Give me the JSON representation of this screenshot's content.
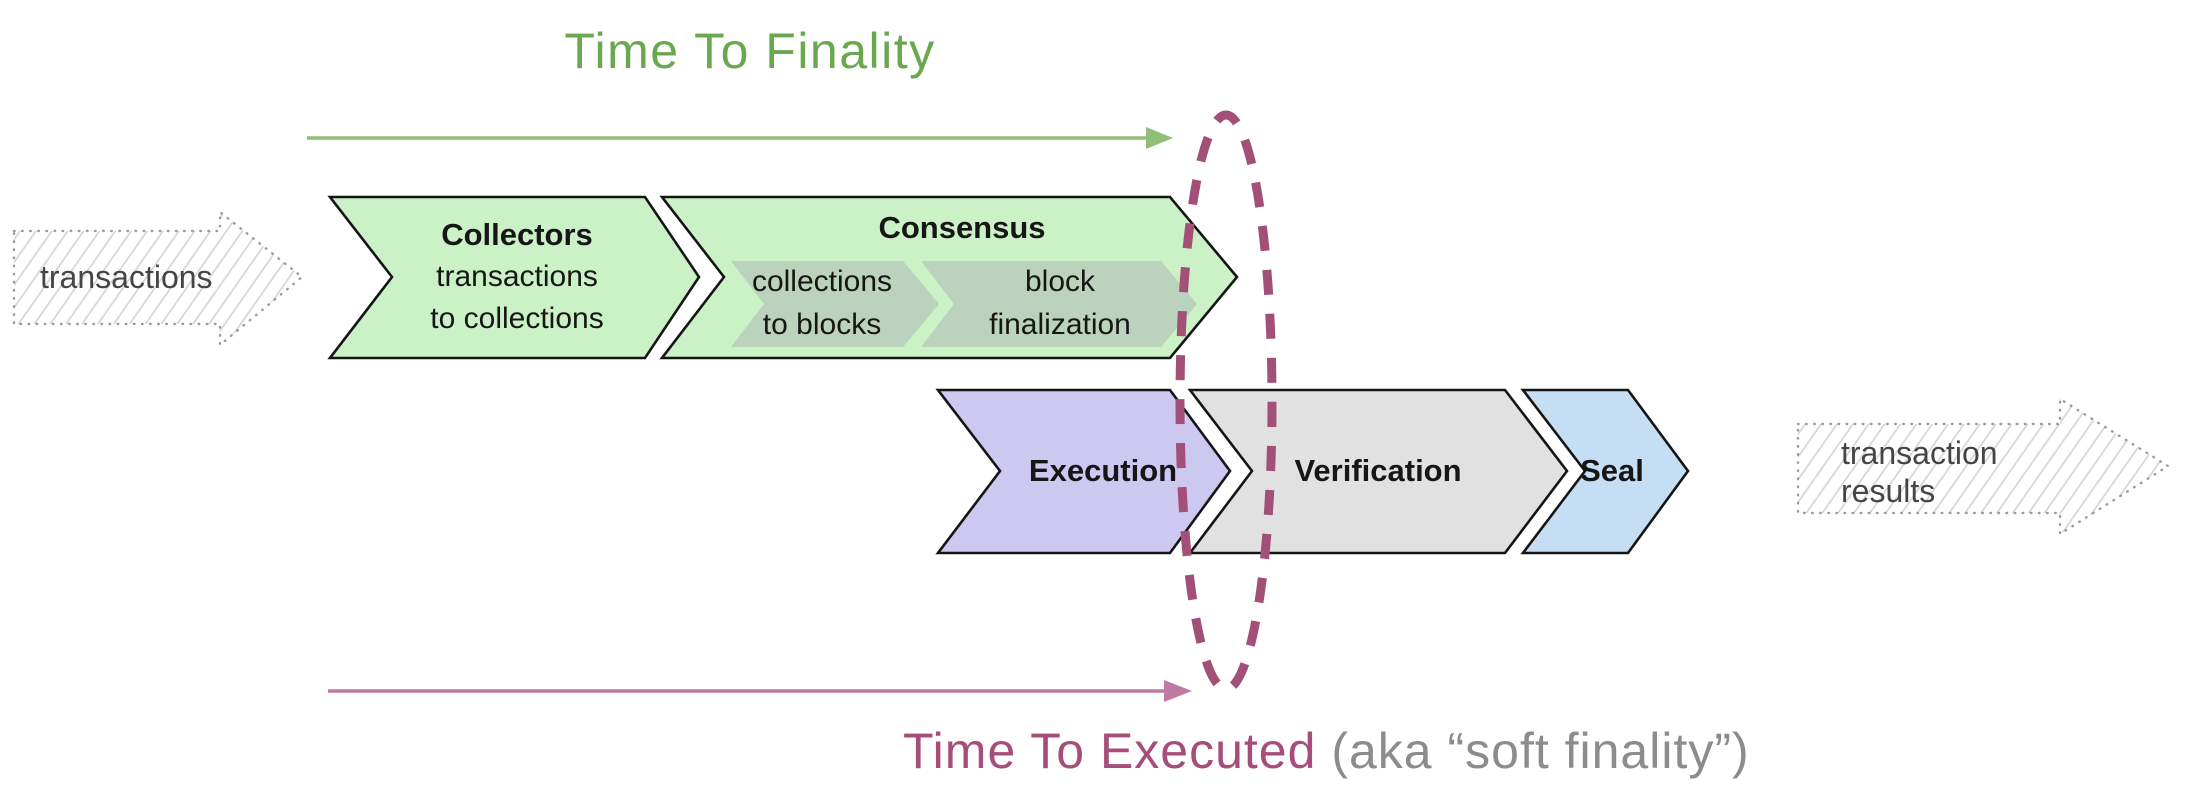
{
  "titles": {
    "time_to_finality": "Time To Finality",
    "time_to_executed": "Time To Executed",
    "soft_finality_note": "(aka “soft finality”)"
  },
  "io": {
    "input_label": "transactions",
    "output_line1": "transaction",
    "output_line2": "results"
  },
  "stages": {
    "collectors": {
      "title": "Collectors",
      "line1": "transactions",
      "line2": "to collections"
    },
    "consensus": {
      "title": "Consensus",
      "sub_stages": [
        {
          "line1": "collections",
          "line2": "to blocks"
        },
        {
          "line1": "block",
          "line2": "finalization"
        }
      ]
    },
    "execution": {
      "title": "Execution"
    },
    "verification": {
      "title": "Verification"
    },
    "seal": {
      "title": "Seal"
    }
  },
  "colors": {
    "title_green": "#6aa84f",
    "arrow_green": "#90bf79",
    "stage_green_fill": "#cbf1c6",
    "stage_sub_green_fill": "#bbd2bc",
    "stage_purple_fill": "#cdc8f0",
    "stage_gray_fill": "#e1e1e1",
    "stage_blue_fill": "#c5def4",
    "ellipse_berry": "#a25077",
    "arrow_pink": "#c07ba3",
    "text_magenta": "#a64d79",
    "text_gray": "#8c8c8c"
  }
}
